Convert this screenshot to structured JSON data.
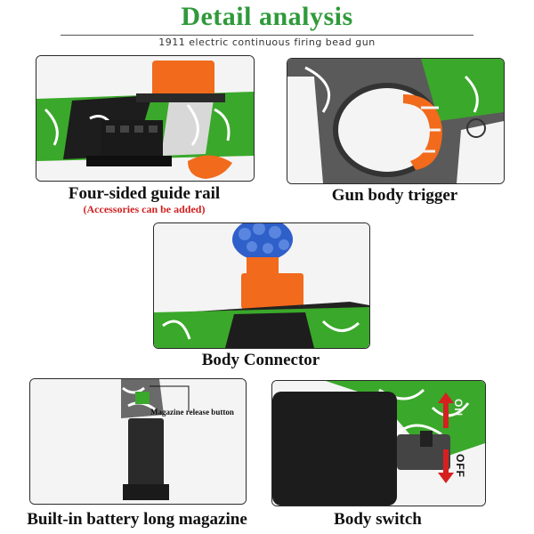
{
  "header": {
    "title": "Detail analysis",
    "subtitle": "1911 electric continuous firing bead gun"
  },
  "panels": {
    "rail": {
      "caption": "Four-sided guide rail",
      "note": "(Accessories can be added)"
    },
    "trigger": {
      "caption": "Gun body trigger"
    },
    "connector": {
      "caption": "Body Connector"
    },
    "magazine": {
      "caption": "Built-in battery long magazine",
      "callout": "Magazine release button"
    },
    "switch": {
      "caption": "Body switch",
      "on_label": "ON",
      "off_label": "OFF"
    }
  },
  "colors": {
    "title_green": "#2f9a3a",
    "camo_green": "#3aa82a",
    "orange": "#f26a1b",
    "blue_beads": "#2f5fc9",
    "red_arrow": "#d62020",
    "note_red": "#d12020"
  }
}
